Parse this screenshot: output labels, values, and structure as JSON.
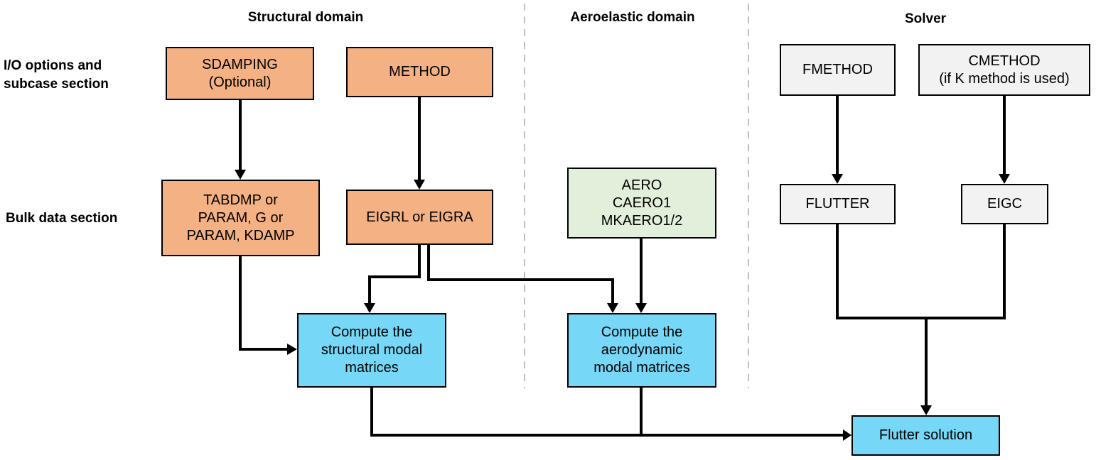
{
  "headers": {
    "structural": "Structural domain",
    "aeroelastic": "Aeroelastic domain",
    "solver": "Solver"
  },
  "row_labels": {
    "io_subcase": "I/O options and\nsubcase section",
    "bulk_data": "Bulk data section"
  },
  "nodes": {
    "sdamping": {
      "label": "SDAMPING\n(Optional)"
    },
    "method": {
      "label": "METHOD"
    },
    "fmethod": {
      "label": "FMETHOD"
    },
    "cmethod": {
      "label": "CMETHOD\n(if K method is used)"
    },
    "tabdmp": {
      "label": "TABDMP or\nPARAM, G or\nPARAM, KDAMP"
    },
    "eigrl": {
      "label": "EIGRL or EIGRA"
    },
    "aero": {
      "label": "AERO\nCAERO1\nMKAERO1/2"
    },
    "flutter": {
      "label": "FLUTTER"
    },
    "eigc": {
      "label": "EIGC"
    },
    "structural_modal": {
      "label": "Compute the\nstructural modal\nmatrices"
    },
    "aero_modal": {
      "label": "Compute the\naerodynamic\nmodal matrices"
    },
    "flutter_solution": {
      "label": "Flutter solution"
    }
  },
  "colors": {
    "orange_fill": "#F4B183",
    "green_fill": "#E2EFDA",
    "gray_fill": "#F2F2F2",
    "blue_fill": "#76D7F6",
    "divider": "#BFBFBF",
    "arrow": "#000000",
    "border": "#000000"
  }
}
